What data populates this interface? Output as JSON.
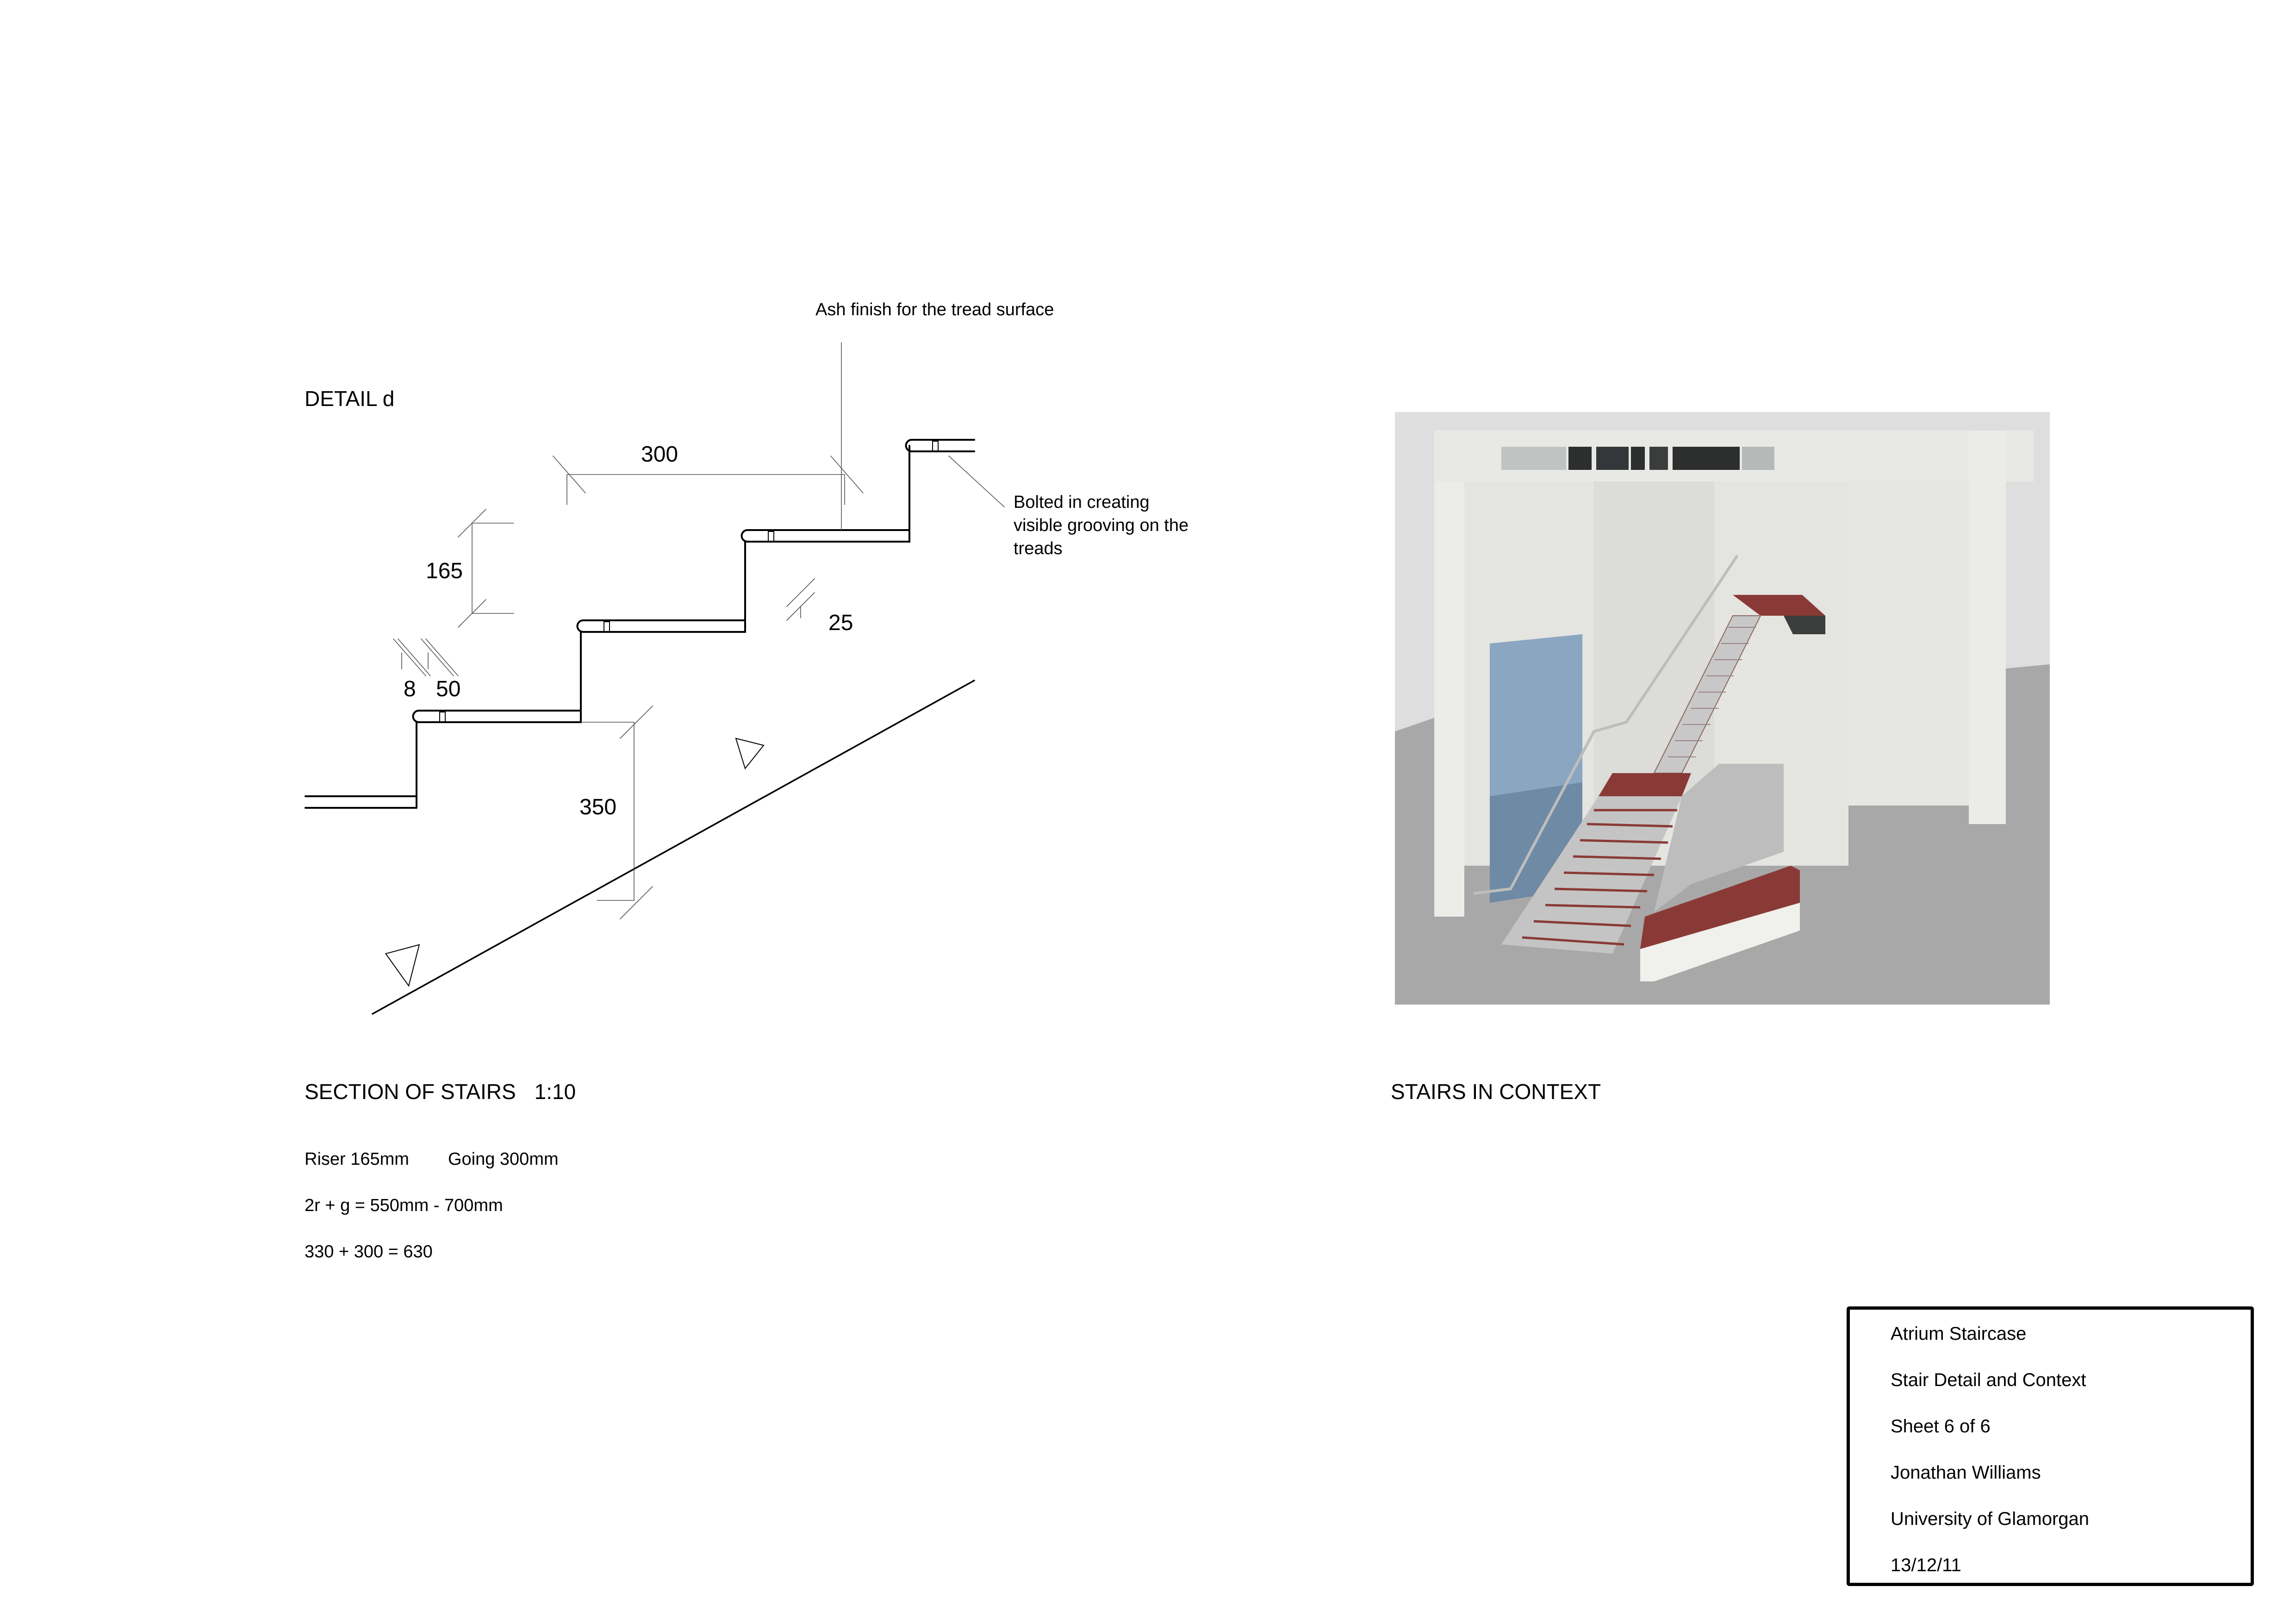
{
  "detail": {
    "title": "DETAIL d",
    "annotation_tread": "Ash finish for the tread surface",
    "annotation_bolt": "Bolted in creating visible grooving on the treads",
    "annotation_bolt_lines": [
      "Bolted in creating",
      "visible grooving on the",
      "treads"
    ],
    "dimensions": {
      "going": "300",
      "riser": "165",
      "nosing_gap": "8",
      "tread_thickness_a": "50",
      "tread_thickness_b": "25",
      "waist": "350"
    }
  },
  "section": {
    "title": "SECTION OF STAIRS",
    "scale": "1:10",
    "riser": "Riser 165mm",
    "going": "Going 300mm",
    "rule": "2r + g = 550mm - 700mm",
    "calc": "330 + 300 = 630"
  },
  "context": {
    "title": "STAIRS IN CONTEXT"
  },
  "title_block": {
    "project": "Atrium Staircase",
    "drawing": "Stair Detail and Context",
    "sheet": "Sheet 6 of 6",
    "author": "Jonathan Williams",
    "institution": "University of Glamorgan",
    "date": "13/12/11"
  },
  "colors": {
    "line": "#000000",
    "tread_red": "#8a3a36",
    "floor_grey": "#a6a6a6",
    "wall": "#e6e6e2",
    "glass_blue": "#7d9bb8"
  }
}
